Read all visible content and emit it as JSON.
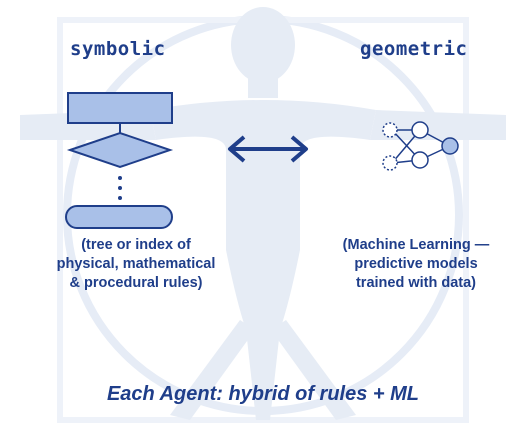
{
  "symbolic": {
    "heading": "symbolic",
    "caption_lines": [
      "(tree or index of",
      "physical, mathematical",
      "& procedural rules)"
    ]
  },
  "geometric": {
    "heading": "geometric",
    "caption_lines": [
      "(Machine Learning —",
      "predictive models",
      "trained with data)"
    ]
  },
  "footer": "Each Agent:  hybrid of rules + ML",
  "colors": {
    "text": "#1f3e8a",
    "shape_fill": "#a9c0e8",
    "shape_stroke": "#1f3e8a",
    "figure": "#e8eef7"
  },
  "icons": {
    "background": "vitruvian-figure-icon",
    "relation": "double-arrow-icon",
    "network": "neural-network-icon"
  }
}
